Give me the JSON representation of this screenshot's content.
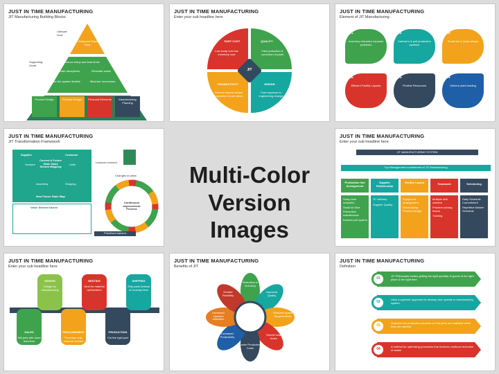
{
  "center_text": {
    "line1": "Multi-Color",
    "line2": "Version Images"
  },
  "slides": {
    "s1": {
      "title": "JUST IN TIME MANUFACTURING",
      "sub": "JIT Manufacturing Building Blocks",
      "goal": "Ultimate Goal",
      "supporting": "Supporting Goals",
      "apex": "A Balanced Rapid Flow",
      "goals": [
        "Reduce setup and lead times",
        "Eliminate disruptions",
        "Eliminate waste",
        "Make the system flexible",
        "Minimize inventories"
      ],
      "blocks": [
        "Product Design",
        "Process Design",
        "Personal Elements",
        "Manufacturing Planning"
      ]
    },
    "s2": {
      "title": "JUST IN TIME MANUFACTURING",
      "sub": "Enter your sub headline here",
      "center": "JIT",
      "q": [
        "PART COST",
        "QUALITY",
        "PRODUCTIVITY",
        "DESIGN"
      ],
      "desc": [
        "Low scrap cost low inventory cost",
        "Fast production & correction of parts",
        "Reduce rework reduce inspection & part demo",
        "Fast response to engineering change"
      ]
    },
    "s3": {
      "title": "JUST IN TIME MANUFACTURING",
      "sub": "Element of JIT Manufacturing",
      "items": [
        {
          "num": "01",
          "text": "Inventory reduction exposes problems"
        },
        {
          "num": "02",
          "text": "Kanban's & pull production systems"
        },
        {
          "num": "03",
          "text": "Small lots & quick setups"
        },
        {
          "num": "06",
          "text": "Efficient Facility Layouts"
        },
        {
          "num": "05",
          "text": "Flexible Resources"
        },
        {
          "num": "04",
          "text": "Uniform plant loading"
        }
      ]
    },
    "s4": {
      "title": "JUST IN TIME MANUFACTURING",
      "sub": "JIT Transformation Framework",
      "supplier": "Supplier",
      "customer": "Customer",
      "vendors": "Vendors",
      "units": "Units",
      "current": "Current & Future State Value Stream Mapping",
      "assembly": "Assembly",
      "shipping": "Shipping",
      "future": "New Future State Map",
      "kaizen": "Value Stream Kaizen",
      "lessons": "Lessons Learned",
      "changes": "Changes in plans",
      "cip": "Continuous Improvement Process",
      "prior": "Prioritized kaizens"
    },
    "s5": {
      "title": "JUST IN TIME MANUFACTURING",
      "sub": "Enter your sub headline here",
      "system": "JIT MANUFACTURING SYSTEM",
      "top": "Top Management commitment of JIT Manufacturing",
      "cols": [
        {
          "head": "Production line Arrangement",
          "items": [
            "Setup time reduction",
            "Small lot Size",
            "Preventive maintenance",
            "Kanban pull system"
          ]
        },
        {
          "head": "Supplier Relationship",
          "items": [
            "JIT delivery",
            "Supplier Quality"
          ]
        },
        {
          "head": "Facility Layout",
          "items": [
            "Equipment arrangement",
            "Streamlining Product Design"
          ]
        },
        {
          "head": "Teamwork",
          "items": [
            "Multiple skill workers",
            "Problem solving teams",
            "Training"
          ]
        },
        {
          "head": "Scheduling",
          "items": [
            "Daily Schedule Commitment",
            "Repetitive Master Schedule"
          ]
        }
      ]
    },
    "s6": {
      "title": "JUST IN TIME MANUFACTURING",
      "sub": "Enter your sub headline here",
      "steps": [
        {
          "head": "DESIGN",
          "text": "Design for manufacturing"
        },
        {
          "head": "NESTING",
          "text": "Nest for material optimization"
        },
        {
          "head": "SHIPPING",
          "text": "Ship parts instead of housing them"
        },
        {
          "head": "SALES",
          "text": "Sell jobs with short lead time"
        },
        {
          "head": "PROCUREMENT",
          "text": "Purchase only material needed"
        },
        {
          "head": "PRODUCTION",
          "text": "Cut the right part"
        }
      ]
    },
    "s7": {
      "title": "JUST IN TIME MANUFACTURING",
      "sub": "Benefits of JIT",
      "petals": [
        "Reduction in Inventory",
        "Improved Quality",
        "Reduced space Requirements",
        "Shorter lead times",
        "Lower Production Costs",
        "Increased Productivity",
        "Increased machine utilization",
        "Greater Flexibility"
      ]
    },
    "s8": {
      "title": "JUST IN TIME MANUFACTURING",
      "sub": "Definition",
      "items": [
        {
          "num": "01",
          "text": "JIT Philosophy means getting the right quantity of goods at the right place & the right time"
        },
        {
          "num": "02",
          "text": "Uses a systemic approach to develop and operate a manufacturing system"
        },
        {
          "num": "03",
          "text": "Organize the production process so that parts are available when they are needed"
        },
        {
          "num": "04",
          "text": "A method for optimizing processes that involves continual reduction of waste"
        }
      ]
    }
  },
  "colors": {
    "green": "#3fa34d",
    "teal": "#16a7a0",
    "orange": "#f2a31b",
    "red": "#d9342b",
    "navy": "#34495e",
    "gray": "#333333"
  }
}
